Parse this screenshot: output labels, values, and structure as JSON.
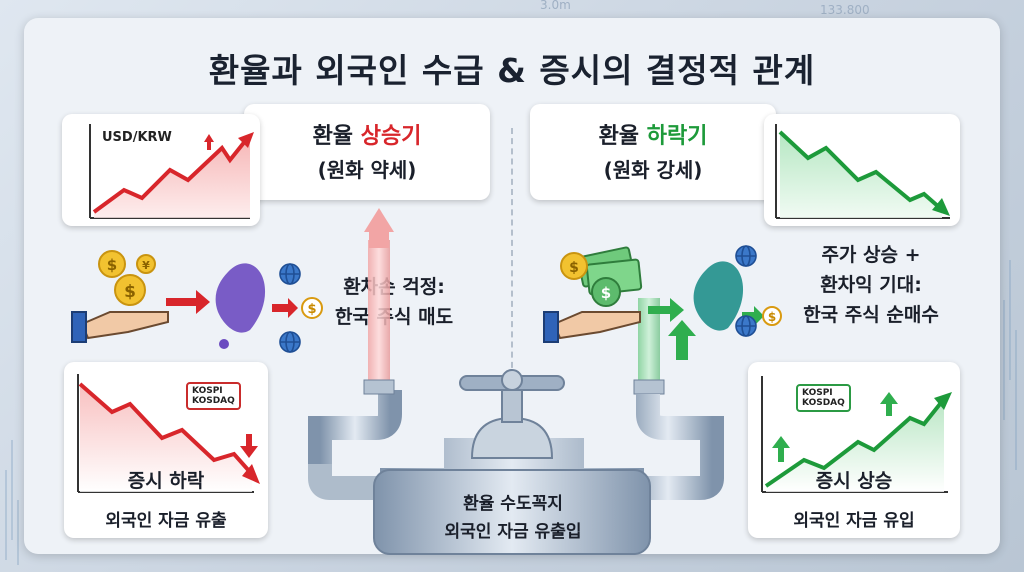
{
  "title": "환율과 외국인 수급 & 증시의 결정적 관계",
  "left": {
    "chart_label": "USD/KRW",
    "heading_prefix": "환율 ",
    "heading_emph": "상승기",
    "heading_sub": "(원화 약세)",
    "worry_line1": "환차손 걱정:",
    "worry_line2": "한국 주식 매도",
    "market_label": "증시 하락",
    "flow_label": "외국인 자금 유출",
    "kospi": "KOSPI",
    "kosdaq": "KOSDAQ"
  },
  "right": {
    "heading_prefix": "환율 ",
    "heading_emph": "하락기",
    "heading_sub": "(원화 강세)",
    "expect_line1": "주가 상승 +",
    "expect_line2": "환차익 기대:",
    "expect_line3": "한국 주식 순매수",
    "market_label": "증시 상승",
    "flow_label": "외국인 자금 유입",
    "kospi": "KOSPI",
    "kosdaq": "KOSDAQ"
  },
  "center": {
    "line1": "환율 수도꼭지",
    "line2": "외국인 자금 유출입"
  },
  "background_numbers": [
    "3.0m",
    "133.800"
  ],
  "colors": {
    "up_red": "#d8262b",
    "down_green": "#1d9a3a",
    "pipe": "#9fb0c4"
  }
}
